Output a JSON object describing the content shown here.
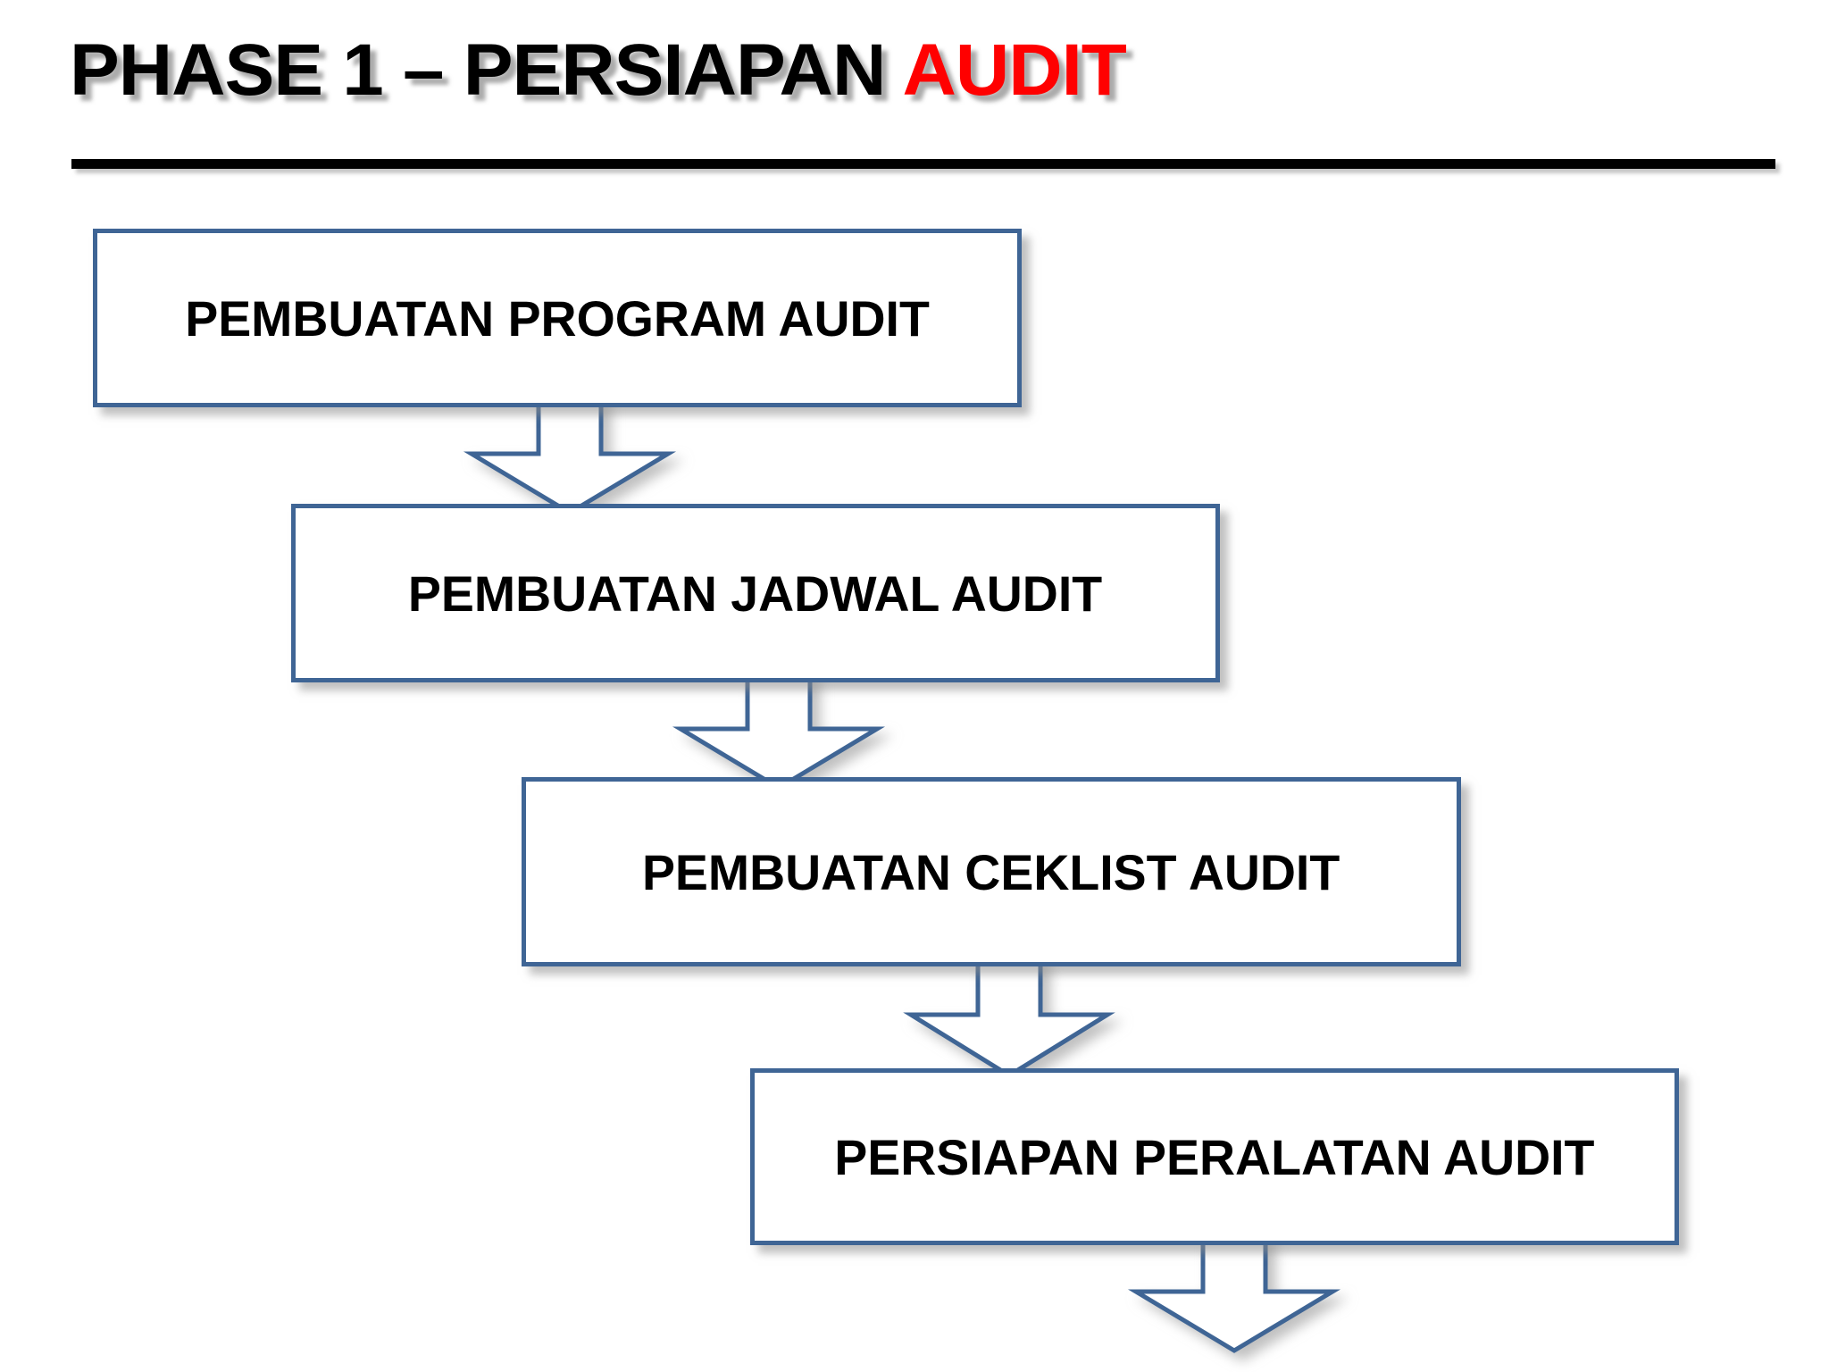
{
  "slide": {
    "background_color": "#FFFFFF",
    "title": {
      "text_before": "PHASE 1 – PERSIAPAN ",
      "highlight": "AUDIT",
      "highlight_color": "#FF0000",
      "base_color": "#000000",
      "full_text": "PHASE 1 – PERSIAPAN AUDIT"
    },
    "divider": {
      "name": "title-underline",
      "color": "#000000"
    }
  },
  "flow": {
    "box_border_color": "#3F6595",
    "box_fill_color": "#FFFFFF",
    "text_color": "#000000",
    "boxes": [
      {
        "id": "box-1",
        "label": "PEMBUATAN PROGRAM AUDIT"
      },
      {
        "id": "box-2",
        "label": "PEMBUATAN JADWAL AUDIT"
      },
      {
        "id": "box-3",
        "label": "PEMBUATAN CEKLIST AUDIT"
      },
      {
        "id": "box-4",
        "label": "PERSIAPAN PERALATAN AUDIT"
      }
    ],
    "connectors": [
      {
        "id": "arrow-1",
        "icon": "arrow-down-icon",
        "from": "box-1",
        "to": "box-2"
      },
      {
        "id": "arrow-2",
        "icon": "arrow-down-icon",
        "from": "box-2",
        "to": "box-3"
      },
      {
        "id": "arrow-3",
        "icon": "arrow-down-icon",
        "from": "box-3",
        "to": "box-4"
      },
      {
        "id": "arrow-4",
        "icon": "arrow-down-icon",
        "from": "box-4",
        "to": "next-slide"
      }
    ]
  }
}
